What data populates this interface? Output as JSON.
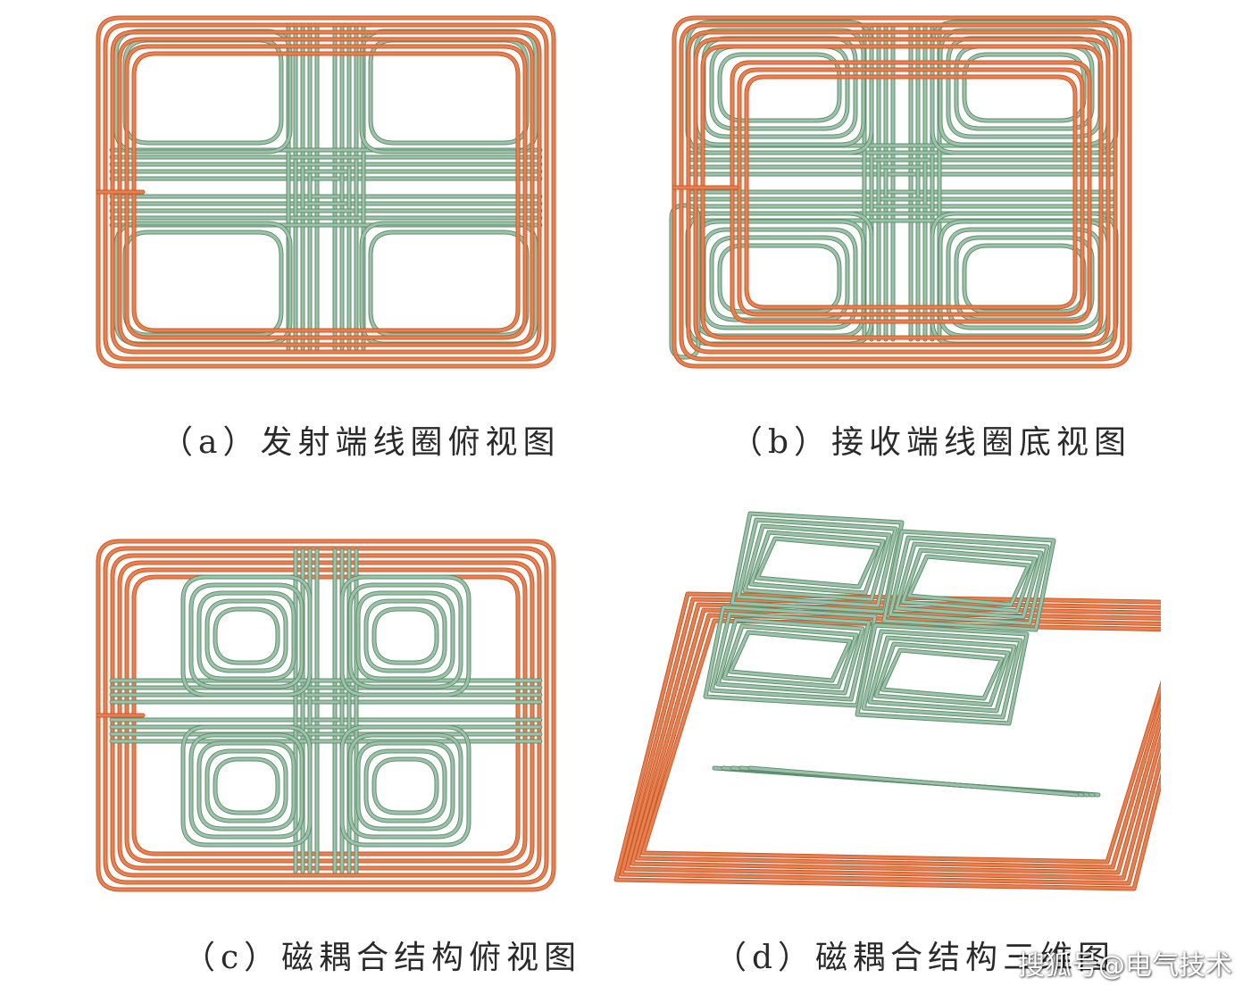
{
  "colors": {
    "primary_coil": "#e8814f",
    "primary_coil_edge": "#c9592b",
    "secondary_coil": "#9cc3a8",
    "secondary_coil_edge": "#5f8e70",
    "background": "#ffffff"
  },
  "panels": [
    {
      "id": "a",
      "caption": "（a）发射端线圈俯视图"
    },
    {
      "id": "b",
      "caption": "（b）接收端线圈底视图"
    },
    {
      "id": "c",
      "caption": "（c）磁耦合结构俯视图"
    },
    {
      "id": "d",
      "caption": "（d）磁耦合结构三维图"
    }
  ],
  "watermark": "搜狐号@电气技术"
}
